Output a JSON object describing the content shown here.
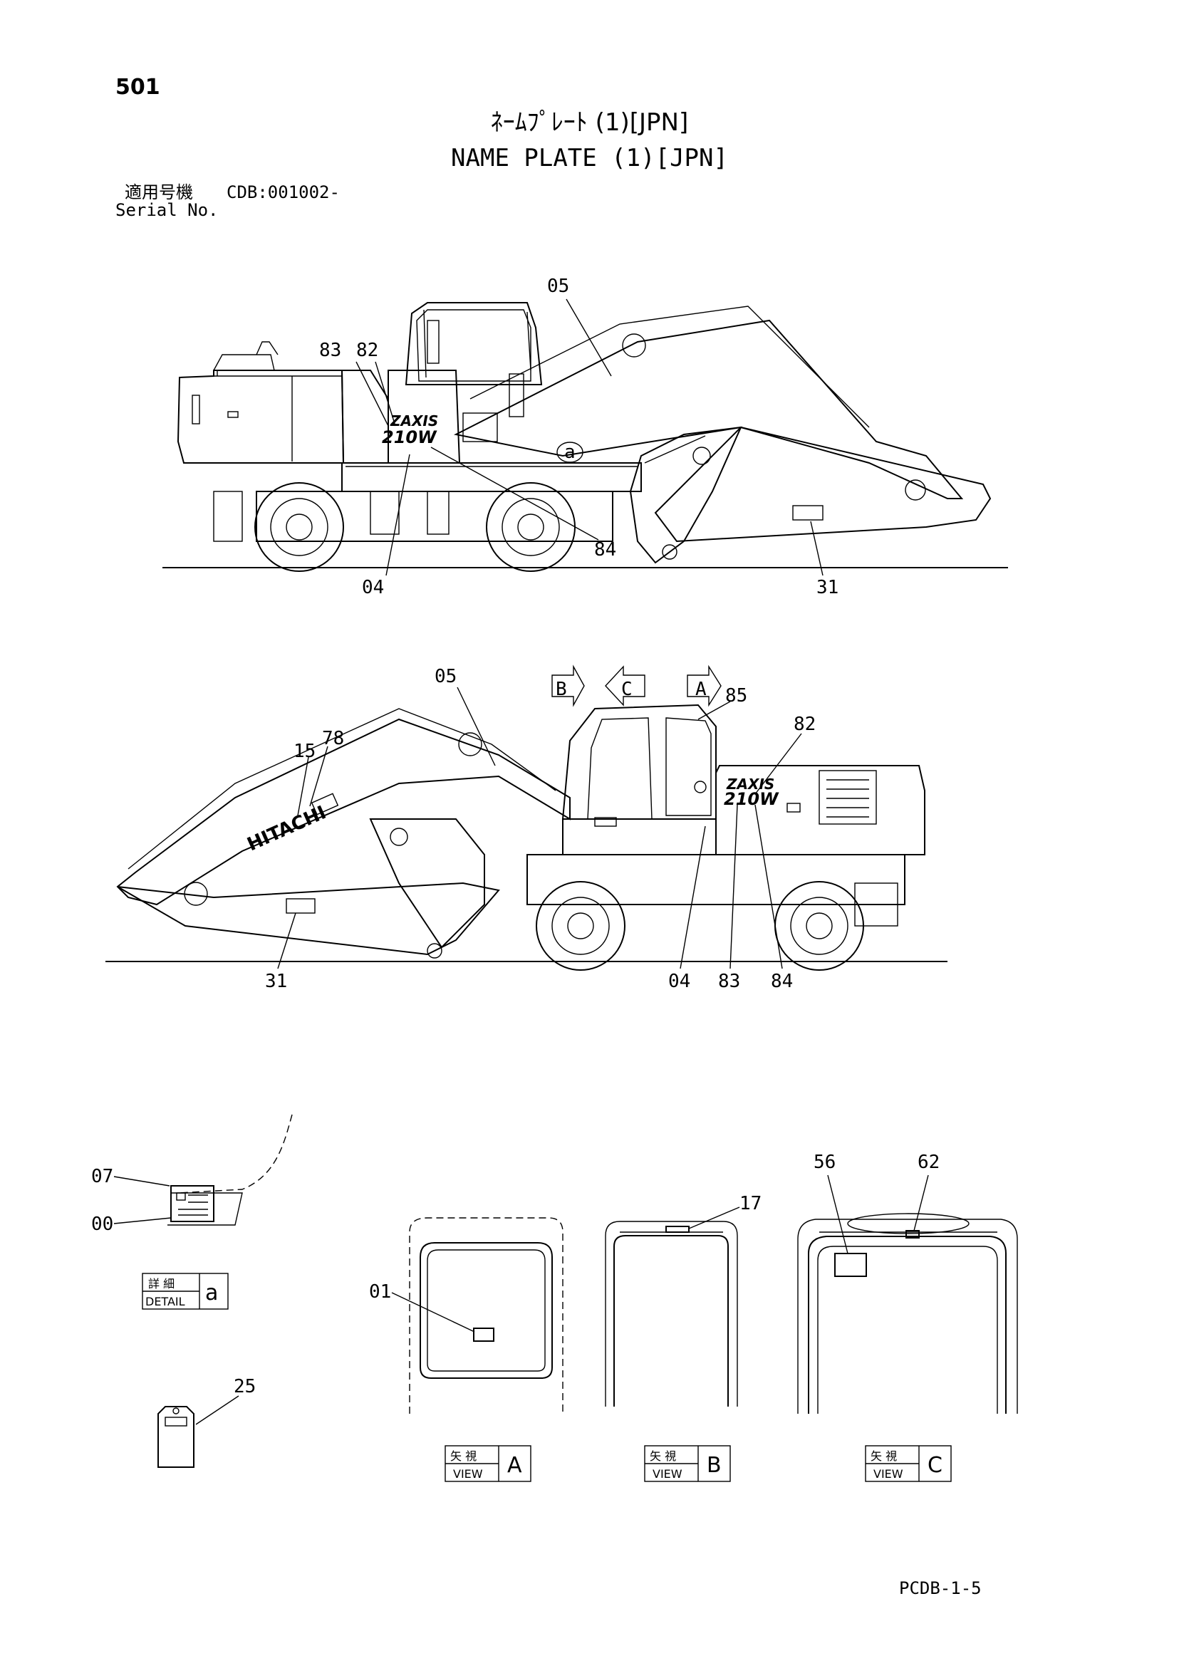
{
  "header": {
    "page_number": "501",
    "title_ja": "ﾈｰﾑﾌﾟﾚｰﾄ (1)[JPN]",
    "title_en": "NAME PLATE (1)[JPN]",
    "serial_label_ja": "適用号機",
    "serial_code": "CDB:001002-",
    "serial_label_en": "Serial No."
  },
  "top_view_callouts": [
    "05",
    "83",
    "82",
    "84",
    "04",
    "31"
  ],
  "side_view_callouts": [
    "05",
    "85",
    "78",
    "15",
    "82",
    "31",
    "04",
    "83",
    "84"
  ],
  "view_arrows": [
    "B",
    "C",
    "A"
  ],
  "detail_callouts": [
    "07",
    "00",
    "56",
    "62",
    "17",
    "01",
    "25"
  ],
  "box_labels": {
    "detail_ja": "詳 細",
    "detail_en": "DETAIL",
    "detail_letter": "a",
    "view_ja": "矢 視",
    "view_en": "VIEW",
    "view_a": "A",
    "view_b": "B",
    "view_c": "C"
  },
  "machine_markings": {
    "brand": "HITACHI",
    "model": "210W",
    "series": "ZAXIS",
    "detail_ref": "a"
  },
  "footer": {
    "code": "PCDB-1-5"
  }
}
